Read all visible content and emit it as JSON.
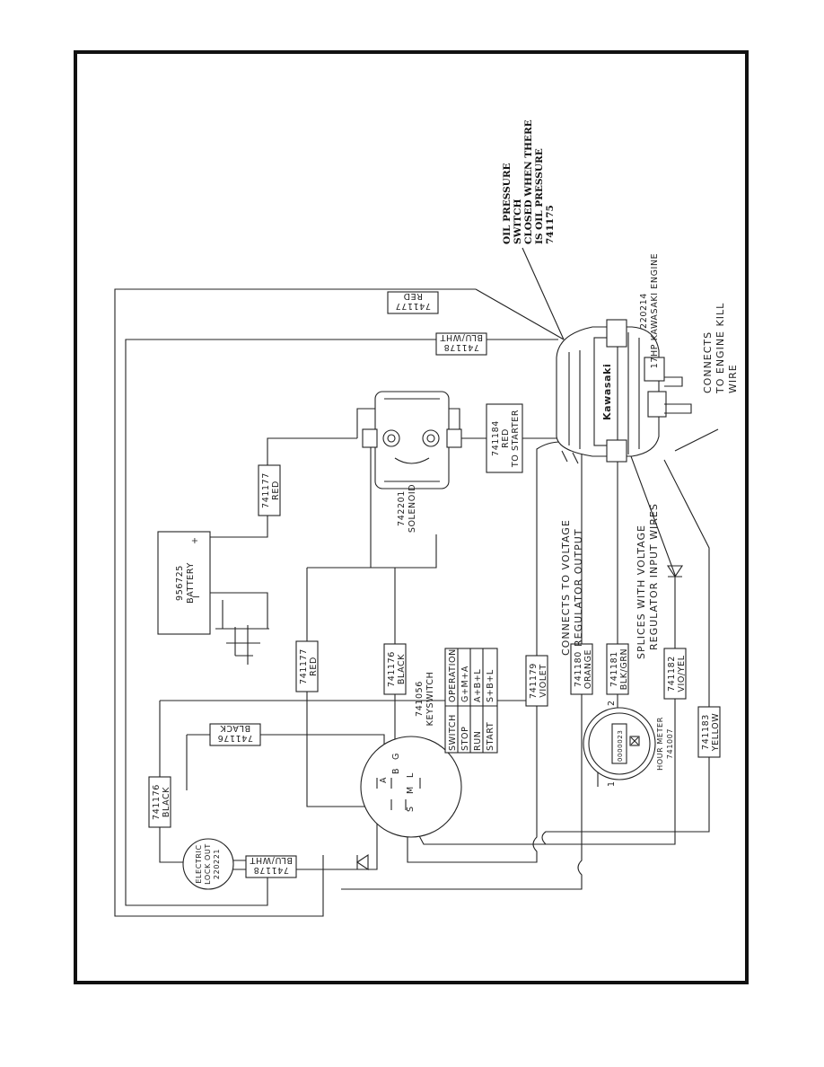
{
  "labels": {
    "red_top": [
      "741177",
      "RED"
    ],
    "bluwht_top": [
      "741178",
      "BLU/WHT"
    ],
    "red_bat": [
      "741177",
      "RED"
    ],
    "red_starter": [
      "741184",
      "RED",
      "TO STARTER"
    ],
    "black_lockout": [
      "741176",
      "BLACK"
    ],
    "black_key": [
      "741176",
      "BLACK"
    ],
    "black_sol": [
      "741176",
      "BLACK"
    ],
    "red_key": [
      "741177",
      "RED"
    ],
    "violet": [
      "741179",
      "VIOLET"
    ],
    "orange": [
      "741180",
      "ORANGE"
    ],
    "blkgrn": [
      "741181",
      "BLK/GRN"
    ],
    "vioyel": [
      "741182",
      "VIO/YEL"
    ],
    "yellow": [
      "741183",
      "YELLOW"
    ],
    "bluwht_lock": [
      "741178",
      "BLU/WHT"
    ]
  },
  "battery": [
    "956725",
    "BATTERY"
  ],
  "battery_plus": "+",
  "battery_minus": "I",
  "solenoid": [
    "742201",
    "SOLENOID"
  ],
  "keyswitch": [
    "741056",
    "KEYSWITCH"
  ],
  "keyswitch_table": [
    [
      "SWITCH",
      "OPERATION"
    ],
    [
      "STOP",
      "G+M+A"
    ],
    [
      "RUN",
      "A+B+L"
    ],
    [
      "START",
      "S+B+L"
    ]
  ],
  "keyswitch_terminals": [
    "A",
    "B",
    "G",
    "S",
    "M",
    "L"
  ],
  "lockout": [
    "ELECTRIC",
    "LOCK OUT",
    "220221"
  ],
  "hourmeter": [
    "HOUR METER",
    "741007"
  ],
  "hourmeter_pins": [
    "1",
    "2"
  ],
  "hourmeter_display": "0000023",
  "engine": [
    "220214",
    "17HP KAWASAKI ENGINE"
  ],
  "engine_brand": "Kawasaki",
  "oil_note": [
    "OIL PRESSURE",
    "SWITCH",
    "CLOSED WHEN THERE",
    "IS OIL PRESSURE",
    "741175"
  ],
  "notes": {
    "voltage_output": [
      "CONNECTS TO VOLTAGE",
      "REGULATOR OUTPUT"
    ],
    "voltage_input": [
      "SPLICES WITH VOLTAGE",
      "REGULATOR INPUT WIRES"
    ],
    "engine_kill": [
      "CONNECTS",
      "TO ENGINE KILL",
      "WIRE"
    ]
  }
}
